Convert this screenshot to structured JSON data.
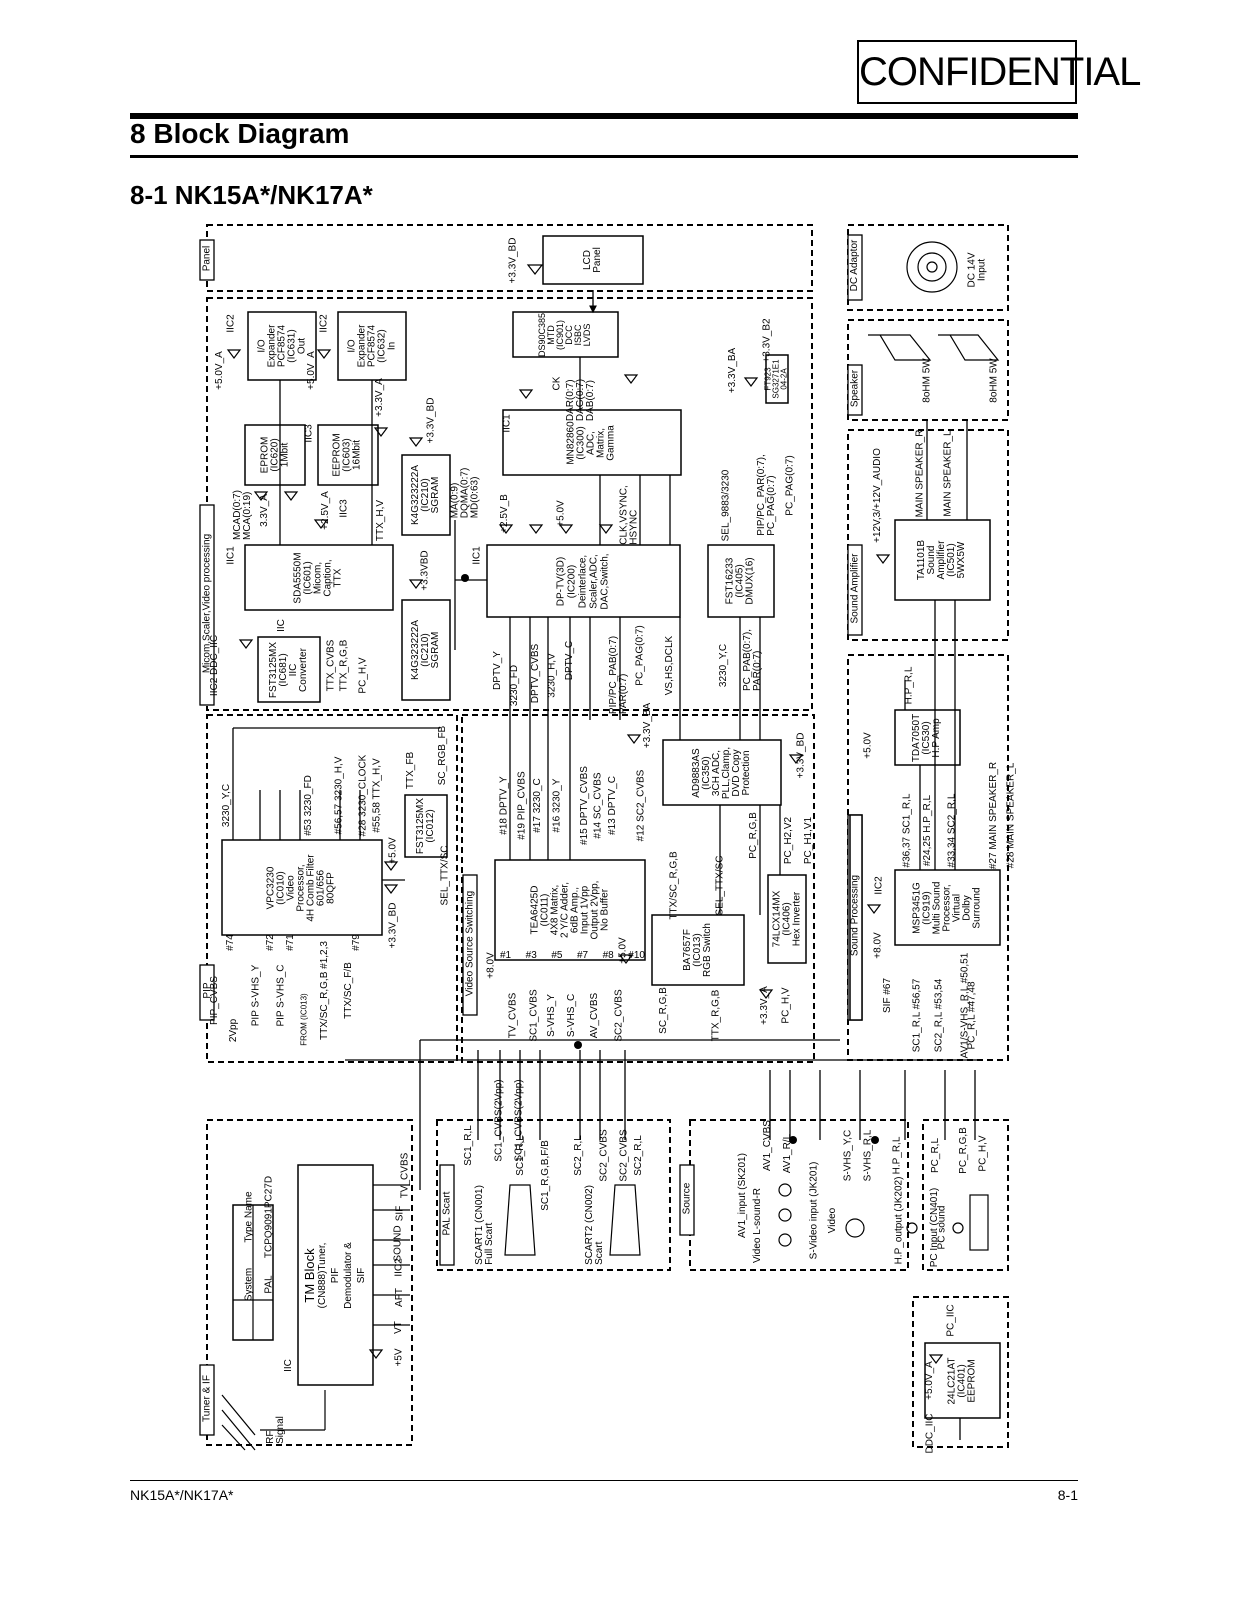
{
  "header": {
    "confidential": "CONFIDENTIAL",
    "title": "8 Block Diagram",
    "subtitle": "8-1 NK15A*/NK17A*"
  },
  "footer": {
    "model": "NK15A*/NK17A*",
    "page": "8-1"
  },
  "sections": {
    "panel": "Panel",
    "micom": "Micom,Scaler,Video processing",
    "dc_adaptor": "DC Adaptor",
    "speaker": "Speaker",
    "sound_amplifier": "Sound Amplifier",
    "sound_processing": "Sound Processing",
    "pip": "PIP",
    "video_switch": "Video Source Switching",
    "tuner": "Tuner & IF",
    "pal_scart": "PAL Scart",
    "source": "Source"
  },
  "blocks": {
    "lcd": [
      "LCD",
      "Panel"
    ],
    "io1": [
      "I/O",
      "Expander",
      "PCF8574",
      "(IC631)",
      "Out"
    ],
    "io2": [
      "I/O",
      "Expander",
      "PCF8574",
      "(IC632)",
      "In"
    ],
    "eprom": [
      "EPROM",
      "(IC620)",
      "1Mbit"
    ],
    "eeprom": [
      "EEPROM",
      "(IC603)",
      "16Mbit"
    ],
    "sgram1": [
      "K4G323222A",
      "(IC210)",
      "SGRAM"
    ],
    "sgram2": [
      "K4G323222A",
      "(IC210)",
      "SGRAM"
    ],
    "micom": [
      "SDA5550M",
      "(IC601)",
      "Micom,",
      "Caption,",
      "TTX"
    ],
    "fst_iic": [
      "FST3125MX",
      "(IC681)",
      "IIC",
      "Converter"
    ],
    "ds90": [
      "DS90C385",
      "MTD",
      "(IC901)",
      "DCC",
      "ISBC",
      "LVDS"
    ],
    "mn82860": [
      "MN82860",
      "(IC300)",
      "ADC,",
      "Matrix,",
      "Gamma"
    ],
    "dptv": [
      "DP-TV(3D)",
      "(IC200)",
      "Deinterlace,",
      "Scaler,ADC,",
      "DAC,Switch,"
    ],
    "fst16233": [
      "FST16233",
      "(IC405)",
      "DMUX(16)"
    ],
    "ft923": [
      "FT923",
      "SG3271E1",
      "04-2A"
    ],
    "vpc": [
      "VPC3230",
      "(IC010)",
      "Video",
      "Processor,",
      "4H Comb Filter",
      "601/656",
      "80QFP"
    ],
    "fst_ttx": [
      "FST3125MX",
      "(IC012)"
    ],
    "tea": [
      "TEA6425D",
      "(IC011)",
      "4X8 Matrix,",
      "2 Y/C Adder,",
      "6dB Amp.,",
      "Input 1Vpp",
      "Output 2Vpp,",
      "No Buffer"
    ],
    "ad9883": [
      "AD9883AS",
      "(IC350)",
      "3CH ADC,",
      "PLL,Clamp,",
      "DVD Copy",
      "Protection"
    ],
    "ba7657": [
      "BA7657F",
      "(IC013)",
      "RGB Switch"
    ],
    "hex": [
      "74LCX14MX",
      "(IC406)",
      "Hex Inverter"
    ],
    "msp": [
      "MSP3451G",
      "(IC919)",
      "Multi Sound",
      "Processor,",
      "Virtual",
      "Dolby",
      "Surround"
    ],
    "tda": [
      "TDA7050T",
      "(IC530)",
      "H.P Amp"
    ],
    "ta1101": [
      "TA1101B",
      "Sound",
      "Amplifier",
      "(IC501)",
      "5WX5W"
    ],
    "tm": [
      "TM Block",
      "(CN888)Tuner,",
      "PIF Demodulator & SIF"
    ],
    "eeprom_pc": [
      "24LC21AT",
      "(IC401)",
      "EEPROM"
    ]
  },
  "tuner_table": {
    "headers": [
      "System",
      "Type Name"
    ],
    "row": [
      "PAL",
      "TCPQ9091PC27D"
    ]
  },
  "labels": {
    "dc_input": [
      "DC 14V",
      "Input"
    ],
    "spk_l": "8oHM 5W",
    "spk_r": "8oHM 5W",
    "main_spk_r": "MAIN SPEAKER_R",
    "main_spk_l": "MAIN SPEAKER_L",
    "audio_power": "+12V,3/+12V_AUDIO",
    "hp_rl": "H.P_R,L",
    "v33bd_top": "+3.3V_BD",
    "v33b2": "+3.3V_B2",
    "v33ba": "+3.3V_BA",
    "v50a_1": "+5.0V_A",
    "v50a_2": "+5.0V_A",
    "v33a": "+3.3V_A",
    "v33bd_2": "+3.3V_BD",
    "iic2_a": "IIC2",
    "iic2_b": "IIC2",
    "iic3_a": "IIC3",
    "iic3_b": "IIC3",
    "iic1_a": "IIC1",
    "iic1_b": "IIC1",
    "iic1_c": "IIC1",
    "iic_a": "IIC",
    "ddc_iic": "IIC2  DDC_IIC",
    "ma": [
      "MA(0:9)",
      "DQMA(0:7)",
      "MD(0:63)"
    ],
    "dar": [
      "DAR(0:7)",
      "DAG(0:7)",
      "DAB(0:7)"
    ],
    "ck": "CK",
    "mcad": [
      "MCAD(0:7)",
      "MCA(0:19)"
    ],
    "ttx_hv": "TTX_H,V",
    "ttx_cvbs": "TTX_CVBS",
    "ttx_rgb": "TTX_R,G,B",
    "pc_hv_1": "PC_H,V",
    "dptv_y": "DPTV_Y",
    "fd3230": "3230_FD",
    "dptv_cvbs": "DPTV_CVBS",
    "hv3230": "3230_H,V",
    "dptv_c": "DPTV_C",
    "pc_pag": "PC_PAG(0:7)",
    "pip_pab": "PIP/PC_PAB(0:7)",
    "vs_hs": "VS,HS,DCLK",
    "yc3230": "3230_Y,C",
    "pc_pab": "PC_PAB(0:7),",
    "par": "PAR(0:7)",
    "sel_9883": "SEL_9883/3230",
    "pip_par": "PIP/PC_PAR(0:7),",
    "pc_pag2": "PC_PAG(0:7)",
    "clk": "CLK,VSYNC,",
    "hsync": "HSYNC",
    "v25b": "+2.5V_B",
    "v50v": "+5.0V",
    "v33vbd": "+3.3VBD",
    "v33_a": "3.3V_A",
    "v25_a": "+2.5V_A",
    "sel_ttx": "SEL_TTX/SC",
    "sel_ttx2": "SEL_TTX/SC",
    "ttx_fb": "TTX_FB",
    "sc_rgb_fb": "SC_RGB_FB",
    "yc3230_2": "3230_Y,C",
    "fd_53": "#53 3230_FD",
    "hv_56": "#56,57 3230_H,V",
    "clock_28": "#28 3230_CLOCK",
    "ttx_55": "#55,58 TTX_H,V",
    "v50_1": "+5.0V",
    "v33bd_3": "+3.3V_BD",
    "pin74": "#74",
    "pin72": "#72",
    "pin71": "#71",
    "pin79": "#79",
    "pip_cvbs": "PIP_CVBS",
    "pip_svhs_y": "PIP S-VHS_Y",
    "pip_svhs_c": "PIP S-VHS_C",
    "from_ic013": "FROM (IC013)",
    "ttx_sc": "TTX/SC_R,G,B #1,2,3",
    "ttx_sc_fb": "TTX/SC_F/B",
    "vpp2": "2Vpp",
    "dptv_y_18": "#18 DPTV_Y",
    "pip_cvbs_19": "#19 PIP_CVBS",
    "c3230_17": "#17 3230_C",
    "y3230_16": "#16 3230_Y",
    "dptv_cvbs_15": "#15 DPTV_CVBS",
    "sc_cvbs_14": "#14 SC_CVBS",
    "dptv_c_13": "#13 DPTV_C",
    "sc2_cvbs_12": "#12 SC2_CVBS",
    "v8_0": "+8.0V",
    "tv_cvbs": "TV_CVBS",
    "sc1_cvbs": "SC1_CVBS",
    "svhs_y": "S-VHS_Y",
    "svhs_c": "S-VHS_C",
    "av_cvbs": "AV_CVBS",
    "sc2_cvbs": "SC2_CVBS",
    "pins_tea": [
      "#1",
      "#3",
      "#5",
      "#7",
      "#8",
      "#10"
    ],
    "ttx_sc_rgb": "TTX/SC_R,G,B",
    "sc_rgb": "SC_R,G,B",
    "ttx_rgb2": "TTX_R,G,B",
    "v50_2": "+5.0V",
    "v33_a2": "+3.3V_A",
    "pc_hv_2": "PC_H,V",
    "pc_h2v2": "PC_H2,V2",
    "pc_h1v1": "PC_H1,V1",
    "pc_rgb": "PC_R,G,B",
    "v33bd_4": "+3.3V_BD",
    "v33ba_2": "+3.3V_BA",
    "v50v_3": "+5.0V",
    "v8_0b": "+8.0V",
    "sif_67": "SIF #67",
    "sc1_rl_3637": "#36,37 SC1_R,L",
    "hp_rl_2425": "#24,25 H.P_R,L",
    "sc2_rl_3334": "#33,34 SC2_R,L",
    "main_spk_r_27": "#27 MAIN SPEAKER_R",
    "main_spk_l_28": "#28 MAIN SPEAKER_L",
    "sc1_rl_5657": "SC1_R,L #56,57",
    "sc2_rl_5354": "SC2_R,L #53,54",
    "av1_svhs": "AV1/S-VHS_R,L #50,51",
    "pc_rl_4748": "PC_R,L #47,48",
    "iic2_c": "IIC2",
    "sc1_rl": "SC1_R,L",
    "sc1_cvbs_2": "SC1_CVBS(2Vpp)",
    "sc1_cvbs_3": "SC1_CVBS(2Vpp)",
    "sc1_rl_2": "SC1_R,L",
    "sc1_rgbfb": "SC1_R,G,B,F/B",
    "sc2_rl": "SC2_R,L",
    "sc2_cvbs_2": "SC2_CVBS",
    "sc2_cvbs_3": "SC2_CVBS",
    "sc2_rl_2": "SC2_R,L",
    "scart1": [
      "SCART1 (CN001)",
      "Full Scart"
    ],
    "scart2": [
      "SCART2 (CN002)",
      "Scart"
    ],
    "av1_cvbs": "AV1_CVBS",
    "av1_rl": "AV1_R/L",
    "svhs_yc": "S-VHS_Y,C",
    "svhs_rl": "S-VHS_R,L",
    "hp_rl_2": "H.P_R,L",
    "pc_rl": "PC_R,L",
    "pc_rgb_2": "PC_R,G,B",
    "pc_hv_3": "PC_H,V",
    "av1_input": "AV1_input (SK201)",
    "av1_video": "Video  L-sound-R",
    "svideo_input": "S-Video input (JK201)",
    "svideo_video": "Video",
    "hp_output": "H.P_output (JK202)",
    "pc_input": "PC Input (CN401)",
    "pc_sound": "PC sound",
    "tuner_out": [
      "TV_CVBS",
      "SIF",
      "SOUND",
      "IIC2",
      "AFT",
      "VT"
    ],
    "v5v": "+5V",
    "iic_tuner": "IIC",
    "rf_signal": [
      "RF",
      "Signal"
    ],
    "pc_iic": "PC_IIC",
    "v50a_3": "+5.0V_A",
    "ddc_iic_2": "DDC_IIC"
  }
}
